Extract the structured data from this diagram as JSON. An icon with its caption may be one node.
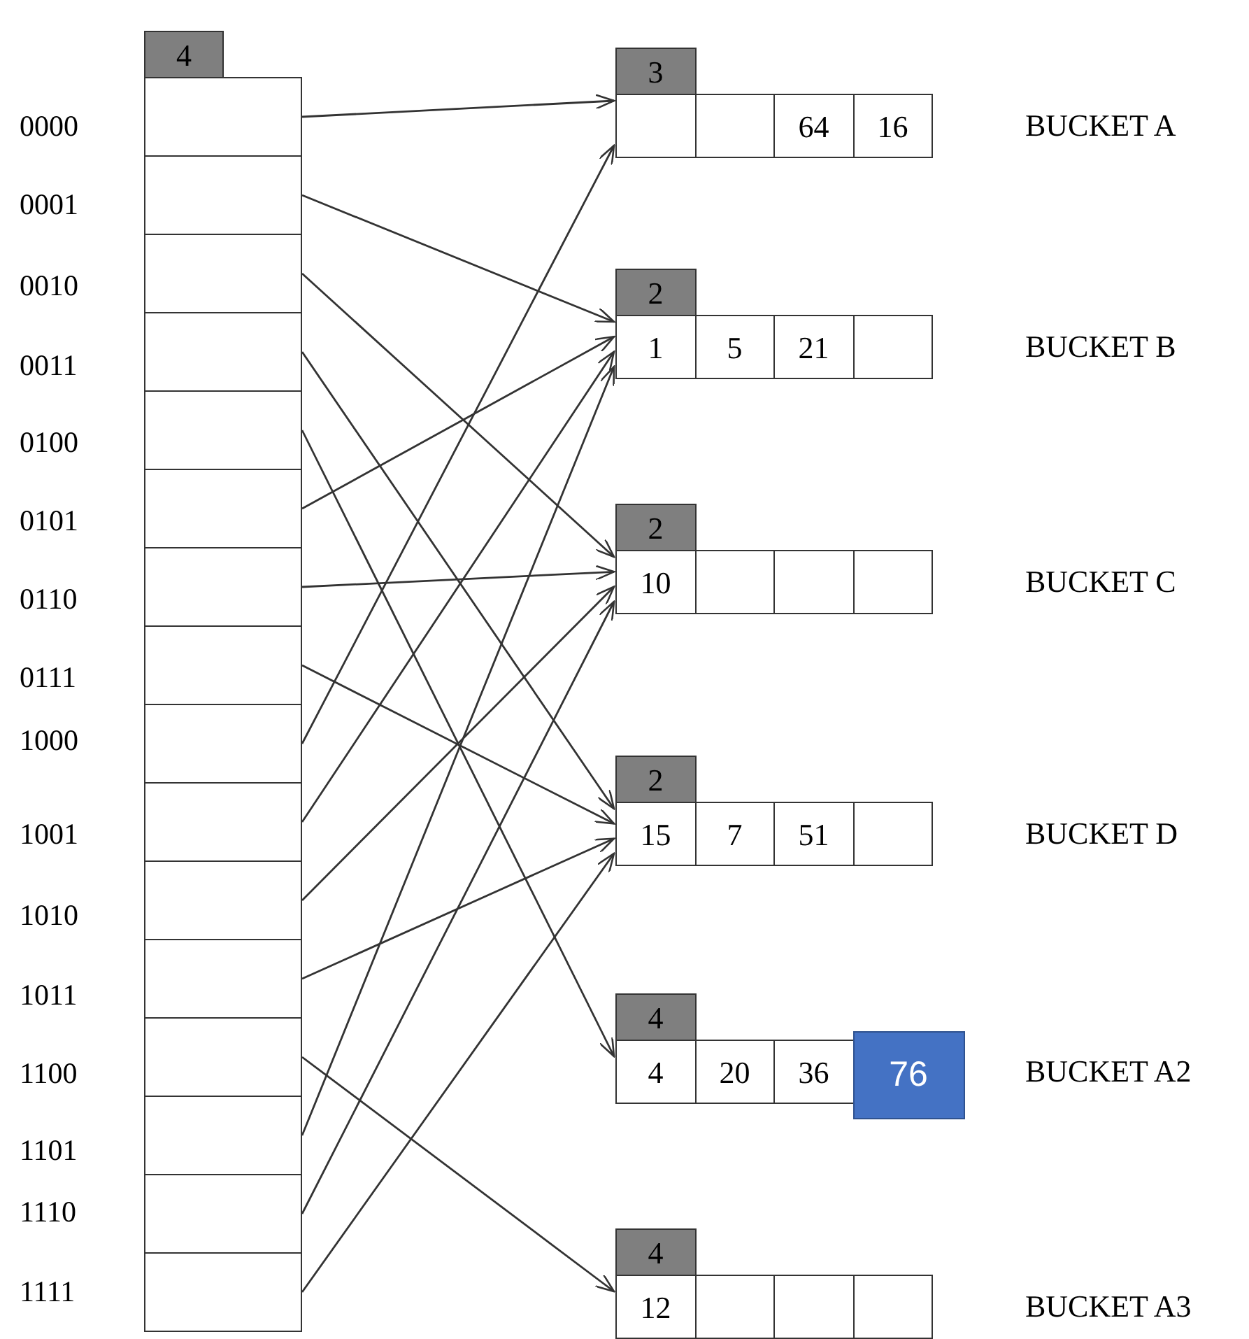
{
  "diagram": {
    "nodes": [
      {
        "text": [
          "4"
        ]
      },
      {
        "text": [],
        "shape": "box",
        "beside": [
          "0000"
        ]
      },
      {
        "text": [],
        "shape": "box",
        "beside": [
          "0001"
        ]
      },
      {
        "text": [],
        "shape": "box",
        "beside": [
          "0010"
        ]
      },
      {
        "text": [],
        "shape": "box",
        "beside": [
          "0011"
        ]
      },
      {
        "text": [],
        "shape": "box",
        "beside": [
          "0100"
        ]
      },
      {
        "text": [],
        "shape": "box",
        "beside": [
          "0101"
        ]
      },
      {
        "text": [],
        "shape": "box",
        "beside": [
          "0110"
        ]
      },
      {
        "text": [],
        "shape": "box",
        "beside": [
          "0111"
        ]
      },
      {
        "text": [],
        "shape": "box",
        "beside": [
          "1000"
        ]
      },
      {
        "text": [],
        "shape": "box",
        "beside": [
          "1001"
        ]
      },
      {
        "text": [],
        "shape": "box",
        "beside": [
          "1010"
        ]
      },
      {
        "text": [],
        "shape": "box",
        "beside": [
          "1011"
        ]
      },
      {
        "text": [],
        "shape": "box",
        "beside": [
          "1100"
        ]
      },
      {
        "text": [],
        "shape": "box",
        "beside": [
          "1101"
        ]
      },
      {
        "text": [],
        "shape": "box",
        "beside": [
          "1110"
        ]
      },
      {
        "text": [],
        "shape": "box",
        "beside": [
          "1111"
        ]
      },
      {
        "text": [
          "3"
        ]
      },
      {
        "text": [],
        "shape": "box"
      },
      {
        "text": [],
        "shape": "box"
      },
      {
        "text": [
          "64"
        ]
      },
      {
        "text": [
          "16"
        ]
      },
      {
        "text": [
          "2"
        ]
      },
      {
        "text": [
          "1"
        ]
      },
      {
        "text": [
          "5"
        ]
      },
      {
        "text": [
          "21"
        ]
      },
      {
        "text": [],
        "shape": "box"
      },
      {
        "text": [
          "2"
        ]
      },
      {
        "text": [
          "10"
        ]
      },
      {
        "text": [],
        "shape": "box"
      },
      {
        "text": [],
        "shape": "box"
      },
      {
        "text": [],
        "shape": "box"
      },
      {
        "text": [
          "2"
        ]
      },
      {
        "text": [
          "15"
        ]
      },
      {
        "text": [
          "7"
        ]
      },
      {
        "text": [
          "51"
        ]
      },
      {
        "text": [],
        "shape": "box"
      },
      {
        "text": [
          "4"
        ]
      },
      {
        "text": [
          "4"
        ]
      },
      {
        "text": [
          "20"
        ]
      },
      {
        "text": [
          "36"
        ]
      },
      {
        "text": [
          "76"
        ]
      },
      {
        "text": [
          "4"
        ]
      },
      {
        "text": [
          "12"
        ]
      },
      {
        "text": [],
        "shape": "box"
      },
      {
        "text": [],
        "shape": "box"
      },
      {
        "text": [],
        "shape": "box"
      }
    ],
    "edges": [
      {
        "from": 1,
        "to": 18,
        "arrow": "to"
      },
      {
        "from": 2,
        "to": 23,
        "arrow": "to"
      },
      {
        "from": 3,
        "to": 28,
        "arrow": "to"
      },
      {
        "from": 4,
        "to": 33,
        "arrow": "to"
      },
      {
        "from": 5,
        "to": 38,
        "arrow": "to"
      },
      {
        "from": 6,
        "to": 23,
        "arrow": "to"
      },
      {
        "from": 7,
        "to": 28,
        "arrow": "to"
      },
      {
        "from": 8,
        "to": 33,
        "arrow": "to"
      },
      {
        "from": 9,
        "to": 18,
        "arrow": "to"
      },
      {
        "from": 10,
        "to": 23,
        "arrow": "to"
      },
      {
        "from": 11,
        "to": 28,
        "arrow": "to"
      },
      {
        "from": 12,
        "to": 33,
        "arrow": "to"
      },
      {
        "from": 13,
        "to": 43,
        "arrow": "to"
      },
      {
        "from": 14,
        "to": 23,
        "arrow": "to"
      },
      {
        "from": 15,
        "to": 28,
        "arrow": "to"
      },
      {
        "from": 16,
        "to": 33,
        "arrow": "to"
      }
    ],
    "labels": [
      "BUCKET A",
      "BUCKET B",
      "BUCKET C",
      "BUCKET D",
      "BUCKET A2",
      "BUCKET A3"
    ]
  }
}
